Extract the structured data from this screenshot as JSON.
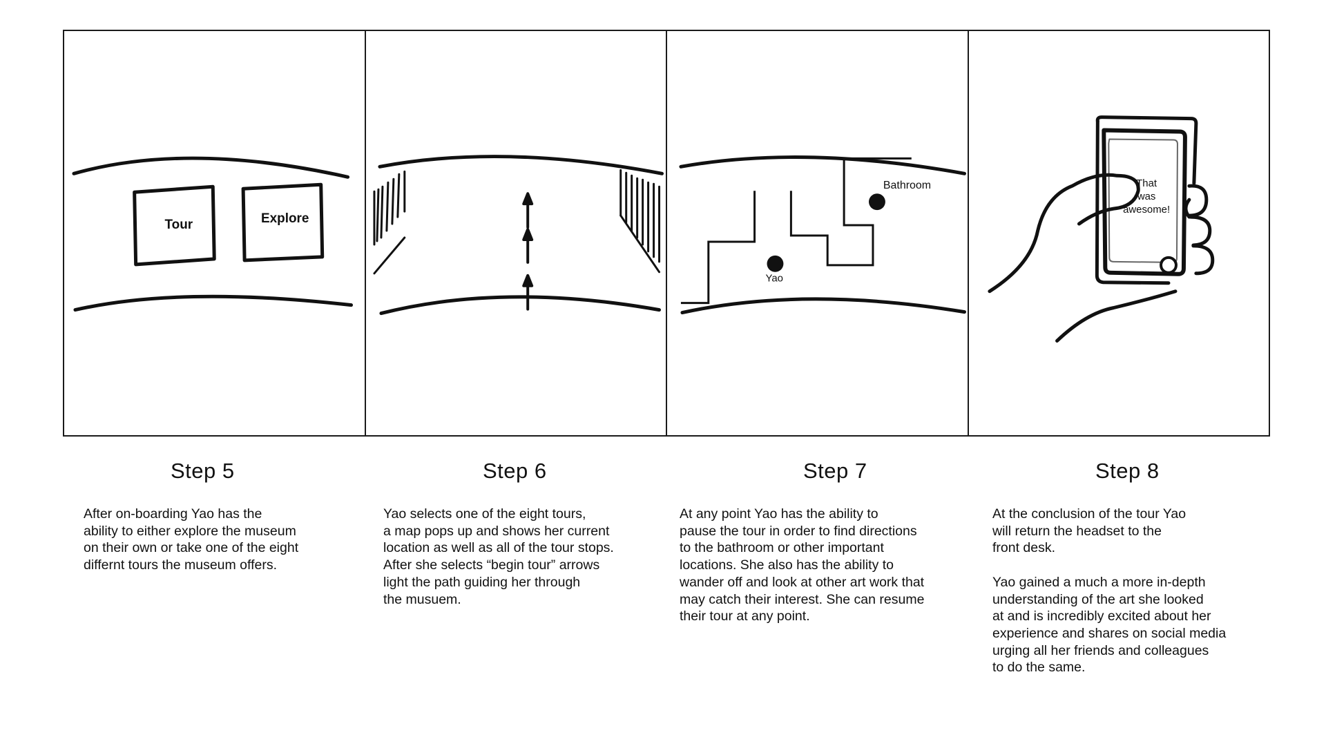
{
  "steps": [
    {
      "title": "Step 5",
      "description": "After on-boarding Yao has the\nability to either explore the museum\non their own or take one of the eight\ndiffernt tours the museum offers.",
      "sketch": {
        "buttons": [
          "Tour",
          "Explore"
        ]
      }
    },
    {
      "title": "Step 6",
      "description": "Yao selects one of the eight tours,\na map pops up and shows her current\nlocation as well as all of the tour stops.\nAfter she selects “begin tour” arrows\nlight the path guiding her through\nthe musuem.",
      "sketch": {
        "arrow_count": 3
      }
    },
    {
      "title": "Step 7",
      "description": "At any point Yao has the ability to\npause the tour in order to find directions\nto the bathroom or other important\nlocations. She also has the ability to\nwander off and look at other art work that\nmay catch their interest. She can resume\ntheir tour at any point.",
      "sketch": {
        "map_labels": [
          "Bathroom",
          "Yao"
        ]
      }
    },
    {
      "title": "Step 8",
      "description": "At the conclusion of the tour Yao\nwill return the headset to the\nfront desk.\n\nYao gained a much a more in-depth\nunderstanding of the art she looked\nat and is incredibly excited about her\nexperience and shares on social media\nurging all her friends and colleagues\nto do the same.",
      "sketch": {
        "phone_message": [
          "That",
          "was",
          "awesome!"
        ]
      }
    }
  ],
  "colors": {
    "ink": "#111111",
    "background": "#ffffff"
  }
}
